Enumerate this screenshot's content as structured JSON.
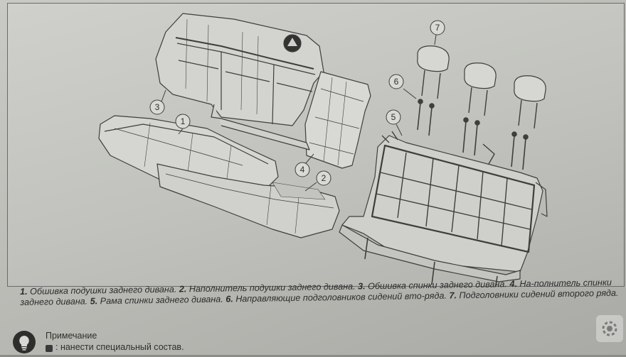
{
  "callouts": [
    "1",
    "2",
    "3",
    "4",
    "5",
    "6",
    "7"
  ],
  "caption": {
    "items": [
      {
        "num": "1.",
        "text": " Обшивка подушки заднего дивана. "
      },
      {
        "num": "2.",
        "text": " Наполнитель подушки заднего дивана. "
      },
      {
        "num": "3.",
        "text": " Обшивка спинки заднего дивана. "
      },
      {
        "num": "4.",
        "text": " На-полнитель спинки заднего дивана. "
      },
      {
        "num": "5.",
        "text": " Рама спинки заднего дивана. "
      },
      {
        "num": "6.",
        "text": " Направляющие подголовников сидений вто-ряда. "
      },
      {
        "num": "7.",
        "text": " Подголовники сидений второго ряда."
      }
    ]
  },
  "note": {
    "title": "Примечание",
    "text": ": нанести специальный состав."
  },
  "icons": {
    "note": "lightbulb-icon",
    "watermark": "gear-icon",
    "marker": "compound-marker-icon",
    "logo": "publisher-logo-icon"
  }
}
